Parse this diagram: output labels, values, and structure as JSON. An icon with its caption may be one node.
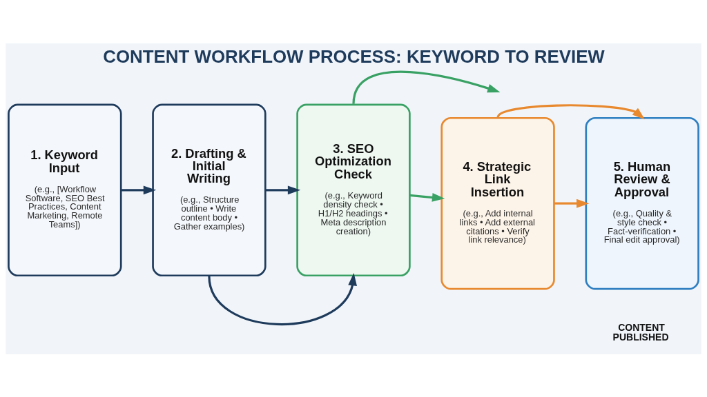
{
  "diagram": {
    "title": "CONTENT WORKFLOW PROCESS: KEYWORD TO REVIEW",
    "nodes": [
      {
        "text": [
          "1. Keyword Input",
          "(e.g., [Workflow Software, SEO Best Practices, Content Marketing, Remote Teams])"
        ]
      },
      {
        "text": [
          "2. Drafting & Initial Writing",
          "(e.g., Structure outline • Write content body • Gather examples)"
        ]
      },
      {
        "text": [
          "3. SEO Optimization Check",
          "(e.g., Keyword density check • H1/H2 headings • Meta description creation)"
        ]
      },
      {
        "text": [
          "4. Strategic Link Insertion",
          "(e.g., Add internal links • Add external citations • Verify link relevance)"
        ]
      },
      {
        "text": [
          "5. Human Review & Approval",
          "(e.g., Quality & style check • Fact-verification • Final edit approval)"
        ],
        "beside": [
          "CONTENT PUBLISHED"
        ]
      }
    ],
    "edges": [
      {
        "from": 0,
        "to": 1,
        "arrow": "to"
      },
      {
        "from": 1,
        "to": 2,
        "arrow": "to"
      },
      {
        "from": 2,
        "to": 3,
        "arrow": "to",
        "color": "#3aa164"
      },
      {
        "from": 3,
        "to": 4,
        "arrow": "to",
        "color": "#e8892f"
      },
      {
        "from": 1,
        "to": 2,
        "arrow": "to"
      },
      {
        "from": 2,
        "to": null,
        "arrow": "to",
        "color": "#3aa164"
      },
      {
        "from": 3,
        "to": 4,
        "arrow": "to",
        "color": "#e8892f"
      }
    ]
  }
}
